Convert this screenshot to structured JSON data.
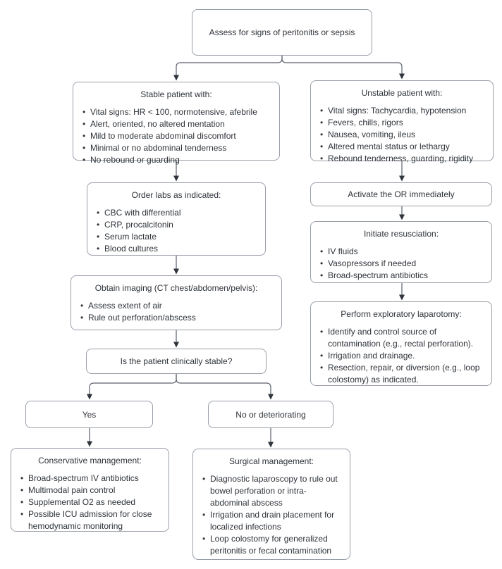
{
  "flowchart": {
    "assess": {
      "label": "Assess for signs of peritonitis or sepsis"
    },
    "stable": {
      "title": "Stable patient with:",
      "bullets": [
        "Vital signs: HR < 100, normotensive, afebrile",
        "Alert, oriented, no altered mentation",
        "Mild to moderate abdominal discomfort",
        "Minimal or no abdominal tenderness",
        "No rebound or guarding"
      ]
    },
    "unstable": {
      "title": "Unstable patient with:",
      "bullets": [
        "Vital signs: Tachycardia, hypotension",
        "Fevers, chills, rigors",
        "Nausea, vomiting, ileus",
        "Altered mental status or lethargy",
        "Rebound tenderness, guarding, rigidity"
      ]
    },
    "labs": {
      "title": "Order labs as indicated:",
      "bullets": [
        "CBC with differential",
        "CRP, procalcitonin",
        "Serum lactate",
        "Blood cultures"
      ]
    },
    "imaging": {
      "title": "Obtain imaging (CT chest/abdomen/pelvis):",
      "bullets": [
        "Assess extent of air",
        "Rule out perforation/abscess"
      ]
    },
    "question": {
      "label": "Is the patient clinically stable?"
    },
    "yes": {
      "label": "Yes"
    },
    "no": {
      "label": "No or deteriorating"
    },
    "conservative": {
      "title": "Conservative management:",
      "bullets": [
        "Broad-spectrum IV antibiotics",
        "Multimodal pain control",
        "Supplemental O2 as needed",
        "Possible ICU admission for close hemodynamic monitoring"
      ]
    },
    "surgical": {
      "title": "Surgical management:",
      "bullets": [
        "Diagnostic laparoscopy to rule out bowel perforation or intra-abdominal abscess",
        "Irrigation and drain placement for localized infections",
        "Loop colostomy for generalized peritonitis or fecal contamination"
      ]
    },
    "activate": {
      "label": "Activate the OR immediately"
    },
    "resuscitate": {
      "title": "Initiate resusciation:",
      "bullets": [
        "IV fluids",
        "Vasopressors if needed",
        "Broad-spectrum antibiotics"
      ]
    },
    "laparotomy": {
      "title": "Perform exploratory laparotomy:",
      "bullets": [
        "Identify and control source of contamination (e.g., rectal perforation).",
        "Irrigation and drainage.",
        "Resection, repair, or diversion (e.g., loop colostomy) as indicated."
      ]
    }
  },
  "colors": {
    "background": "#ffffff",
    "box_border": "#999fa8",
    "text": "#2e3339",
    "line": "#5a616b",
    "arrowhead": "#2e333c"
  }
}
